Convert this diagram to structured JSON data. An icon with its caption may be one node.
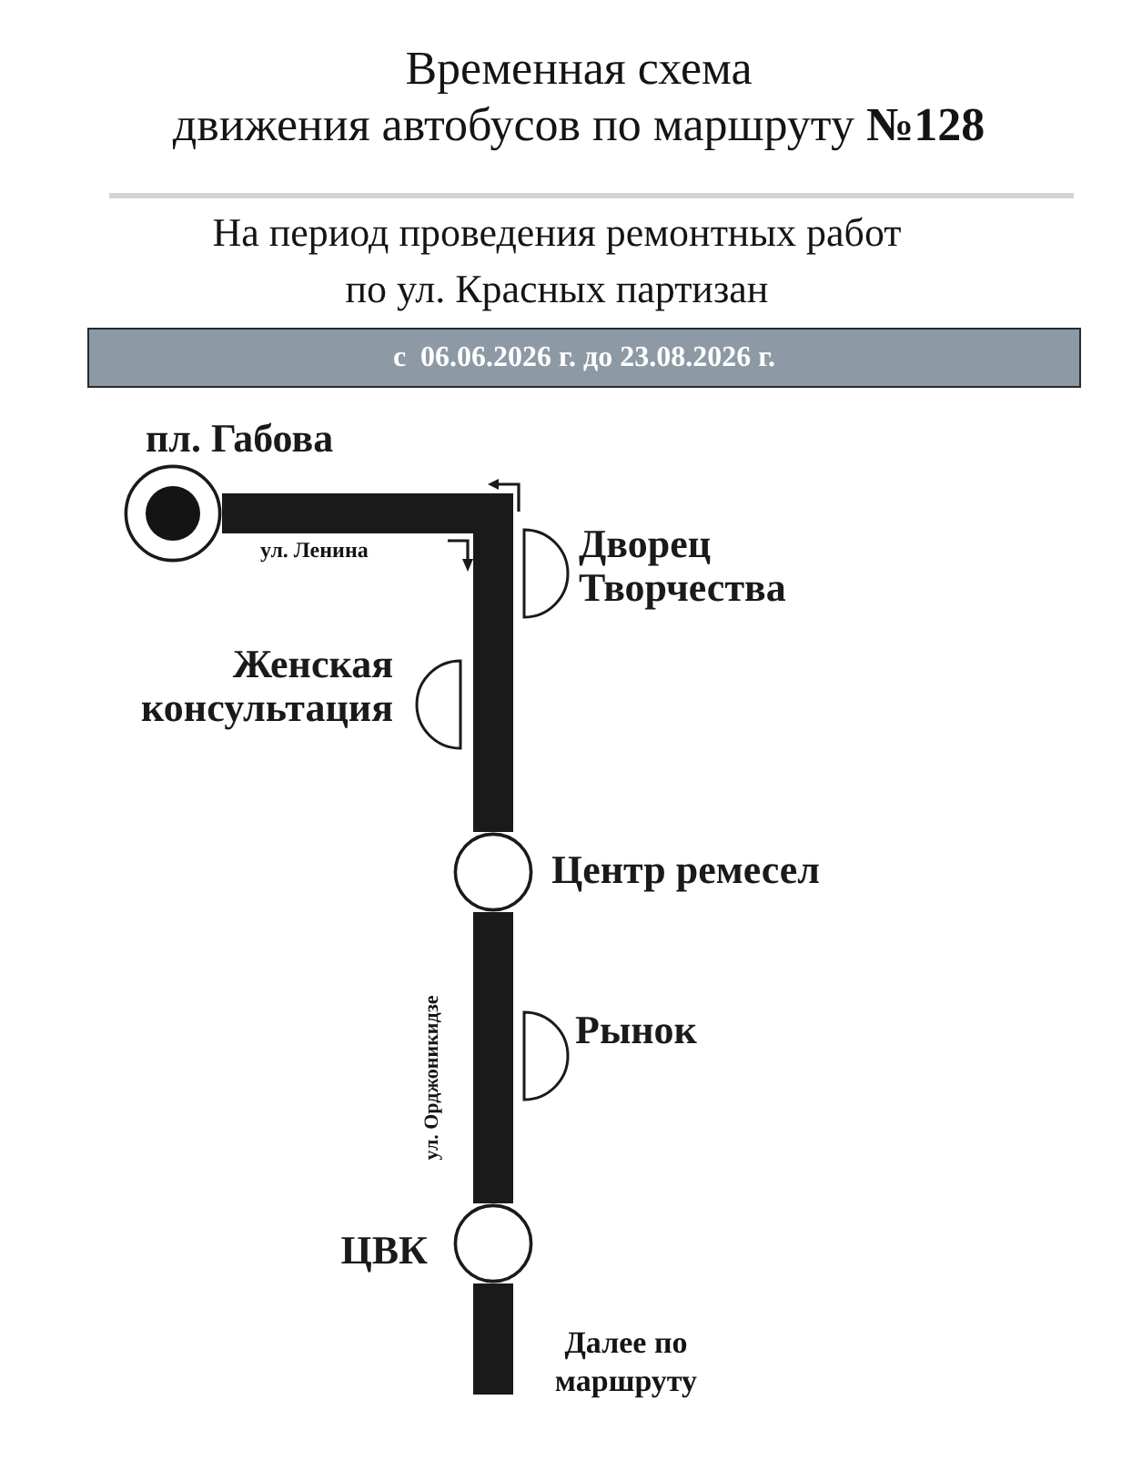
{
  "diagram": {
    "title": "Временная схема движения автобусов по маршруту **№128**",
    "nodes": [
      {
        "text": [
          "с  06.06.2026 г. до 23.08.2026 г."
        ]
      },
      {
        "text": [],
        "shape": "circle",
        "beside": [
          "пл. Габова"
        ]
      },
      {
        "text": [],
        "shape": "semicircle",
        "beside": [
          "Дворец Творчества"
        ]
      },
      {
        "text": [],
        "shape": "semicircle",
        "beside": [
          "Женская консультация"
        ]
      },
      {
        "text": [],
        "shape": "circle",
        "beside": [
          "Центр ремесел"
        ]
      },
      {
        "text": [],
        "shape": "semicircle",
        "beside": [
          "Рынок"
        ]
      },
      {
        "text": [],
        "shape": "circle",
        "beside": [
          "ЦВК"
        ]
      }
    ],
    "edges": [
      {
        "from": 1,
        "to": 4,
        "arrow": "none"
      },
      {
        "from": 4,
        "to": 6,
        "arrow": "none"
      },
      {
        "from": 6,
        "to": null,
        "arrow": "none"
      }
    ],
    "labels": [
      "На период проведения ремонтных работ по ул. Красных партизан",
      "ул. Ленина",
      "ул. Орджоникидзе",
      "Далее по маршруту"
    ]
  }
}
